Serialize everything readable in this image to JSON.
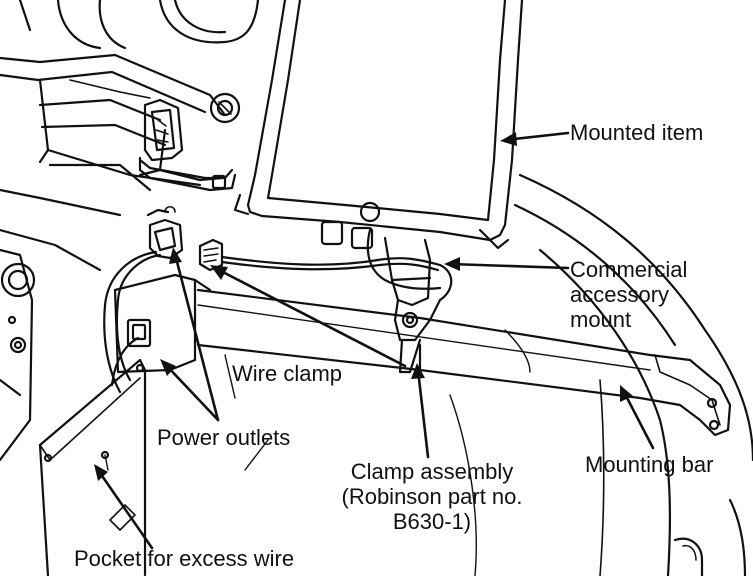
{
  "diagram": {
    "labels": {
      "mounted_item": "Mounted item",
      "commercial_mount": [
        "Commercial",
        "accessory",
        "mount"
      ],
      "wire_clamp": "Wire clamp",
      "power_outlets": "Power outlets",
      "clamp_assembly": [
        "Clamp assembly",
        "(Robinson part no.",
        "B630-1)"
      ],
      "mounting_bar": "Mounting bar",
      "pocket": "Pocket for excess wire"
    },
    "colors": {
      "line": "#111111",
      "background": "#ffffff"
    }
  }
}
